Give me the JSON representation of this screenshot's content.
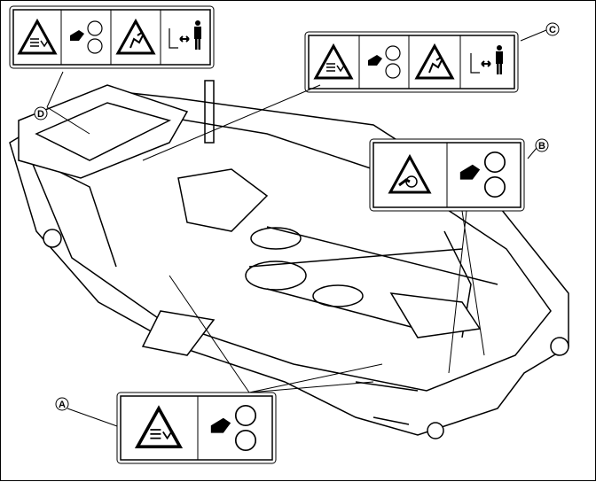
{
  "callouts": {
    "a": "A",
    "b": "B",
    "c": "C",
    "d": "D"
  },
  "decals": {
    "a": [
      "crush-hazard-triangle-icon",
      "rotating-blade-hand-icon"
    ],
    "b": [
      "hand-entanglement-triangle-icon",
      "rotating-blade-hand-icon"
    ],
    "c": [
      "crush-hazard-triangle-icon",
      "rotating-blade-hand-icon",
      "thrown-object-triangle-icon",
      "keep-distance-person-icon"
    ],
    "d": [
      "crush-hazard-triangle-icon",
      "rotating-blade-hand-icon",
      "thrown-object-triangle-icon",
      "keep-distance-person-icon"
    ]
  }
}
